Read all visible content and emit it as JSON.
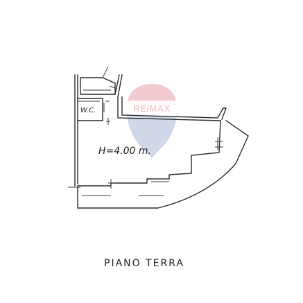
{
  "plan": {
    "wc_label": "W.C.",
    "height_label": "H=4.00 m.",
    "floor_label": "PIANO TERRA"
  },
  "watermark": {
    "brand": "RE/MAX",
    "balloon_top_color": "#e8a0a8",
    "balloon_bottom_color": "#a8b8d8"
  },
  "colors": {
    "line": "#2a2a2a",
    "background": "#ffffff"
  }
}
